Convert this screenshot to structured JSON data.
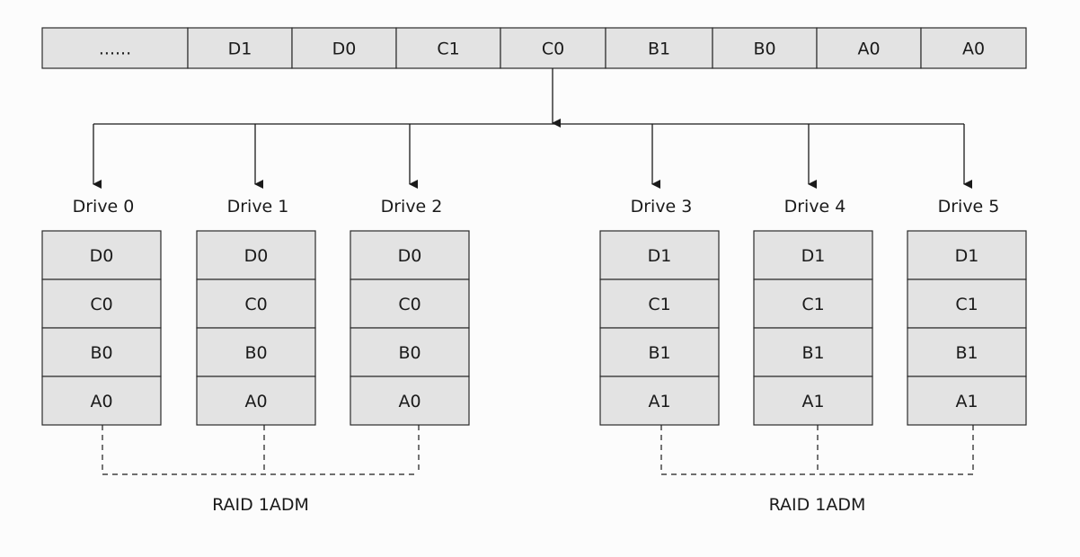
{
  "data_stream": {
    "blocks": [
      "......",
      "D1",
      "D0",
      "C1",
      "C0",
      "B1",
      "B0",
      "A0",
      "A0"
    ]
  },
  "drives": [
    {
      "label": "Drive 0",
      "blocks": [
        "D0",
        "C0",
        "B0",
        "A0"
      ]
    },
    {
      "label": "Drive 1",
      "blocks": [
        "D0",
        "C0",
        "B0",
        "A0"
      ]
    },
    {
      "label": "Drive 2",
      "blocks": [
        "D0",
        "C0",
        "B0",
        "A0"
      ]
    },
    {
      "label": "Drive 3",
      "blocks": [
        "D1",
        "C1",
        "B1",
        "A1"
      ]
    },
    {
      "label": "Drive 4",
      "blocks": [
        "D1",
        "C1",
        "B1",
        "A1"
      ]
    },
    {
      "label": "Drive 5",
      "blocks": [
        "D1",
        "C1",
        "B1",
        "A1"
      ]
    }
  ],
  "groups": [
    {
      "label": "RAID 1ADM",
      "drives": [
        0,
        1,
        2
      ]
    },
    {
      "label": "RAID 1ADM",
      "drives": [
        3,
        4,
        5
      ]
    }
  ]
}
